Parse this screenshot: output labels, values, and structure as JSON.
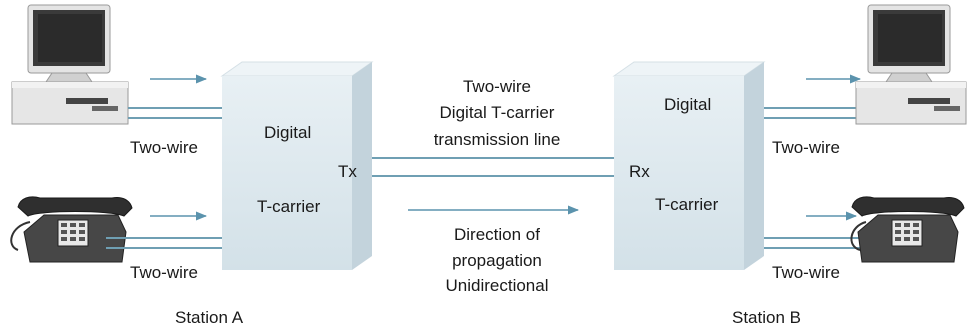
{
  "colors": {
    "wire": "#6f9fb3",
    "arrow": "#5b93ad",
    "box_front": "#dfeaf0",
    "box_side": "#c3d3dc",
    "box_top": "#eef4f7",
    "computer_body": "#e2e2e2",
    "computer_screen": "#333333",
    "phone": "#3e3e3e"
  },
  "station_a": {
    "label": "Station A",
    "box_line1": "Digital",
    "box_line2": "T-carrier",
    "port": "Tx",
    "wire_label_top": "Two-wire",
    "wire_label_bottom": "Two-wire",
    "computer_icon": "computer-icon",
    "phone_icon": "telephone-icon"
  },
  "station_b": {
    "label": "Station B",
    "box_line1": "Digital",
    "box_line2": "T-carrier",
    "port": "Rx",
    "wire_label_top": "Two-wire",
    "wire_label_bottom": "Two-wire",
    "computer_icon": "computer-icon",
    "phone_icon": "telephone-icon"
  },
  "line": {
    "label_line1": "Two-wire",
    "label_line2": "Digital T-carrier",
    "label_line3": "transmission line",
    "direction_line1": "Direction of",
    "direction_line2": "propagation",
    "direction_line3": "Unidirectional"
  }
}
